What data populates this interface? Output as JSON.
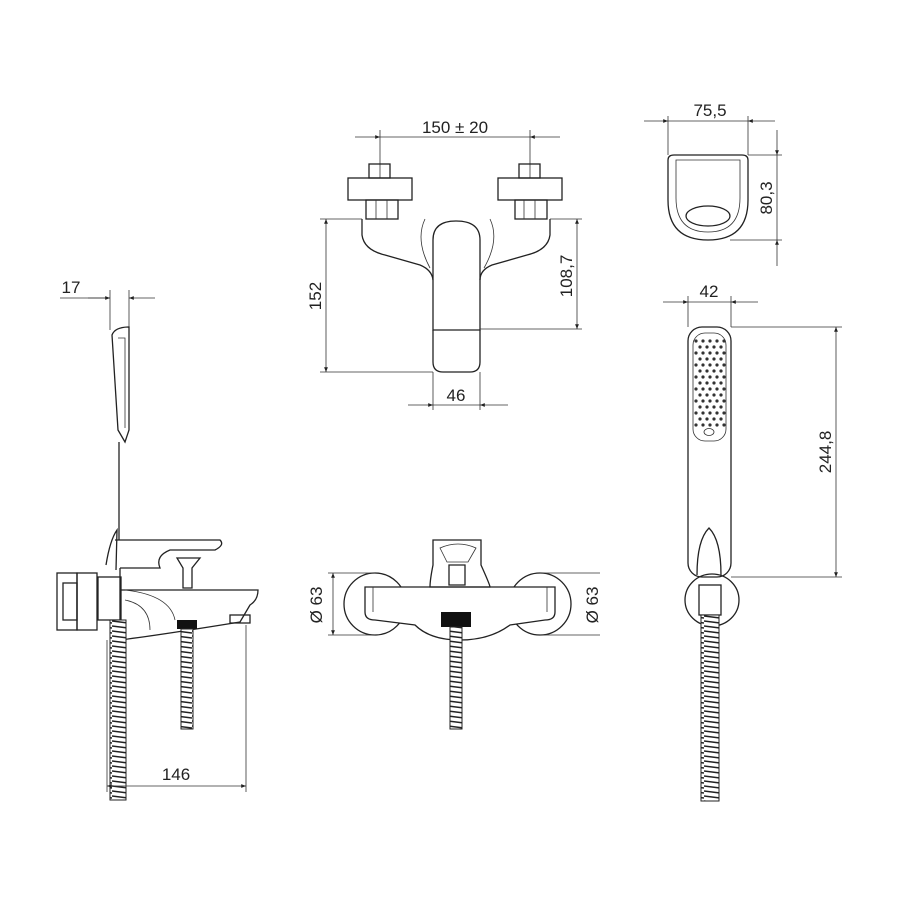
{
  "drawing": {
    "title": "Bath/shower mixer technical drawing",
    "dimensions": {
      "connection_spacing": "150 ± 20",
      "mixer_height": "152",
      "lever_height": "108,7",
      "lever_width": "46",
      "holder_width": "75,5",
      "holder_height": "80,3",
      "shower_width": "42",
      "shower_length": "244,8",
      "shower_depth": "17",
      "spout_projection": "146",
      "flange_diameter_left": "Ø 63",
      "flange_diameter_right": "Ø 63"
    },
    "colors": {
      "line": "#222222",
      "background": "#ffffff"
    }
  }
}
